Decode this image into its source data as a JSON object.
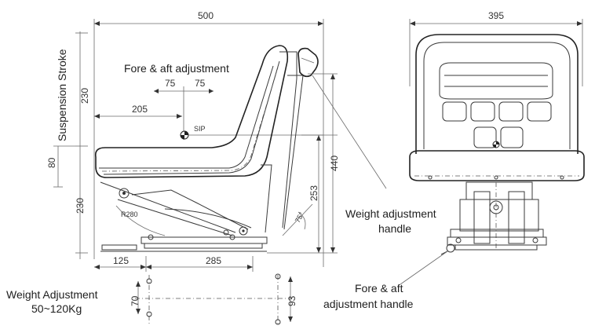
{
  "labels": {
    "suspension_stroke": "Suspension Stroke",
    "fore_aft_adjustment": "Fore & aft adjustment",
    "weight_adjustment_handle_1": "Weight adjustment",
    "weight_adjustment_handle_2": "handle",
    "fore_aft_handle_1": "Fore & aft",
    "fore_aft_handle_2": "adjustment handle",
    "weight_adjustment": "Weight Adjustment",
    "weight_range": "50~120Kg",
    "sip": "SIP",
    "radius": "R280",
    "angle": "75°"
  },
  "dimensions": {
    "overall_length": "500",
    "overall_width": "395",
    "suspension_230_top": "230",
    "suspension_80": "80",
    "base_230": "230",
    "fore_75_left": "75",
    "fore_75_right": "75",
    "sip_205": "205",
    "height_440": "440",
    "height_253": "253",
    "base_125": "125",
    "base_285": "285",
    "mount_70": "70",
    "mount_93": "93"
  }
}
